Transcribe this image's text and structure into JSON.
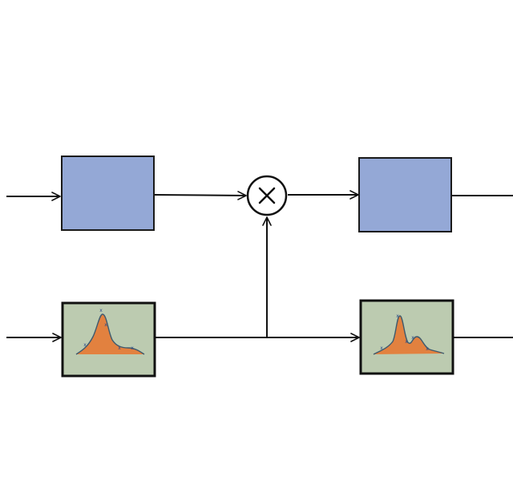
{
  "diagram": {
    "colors": {
      "background": "#ffffff",
      "stroke": "#111111",
      "plain_block_fill": "#94a8d6",
      "plain_block_stroke": "#1a1a1a",
      "distribution_block_fill": "#bccbb0",
      "distribution_block_stroke": "#111111",
      "curve_fill": "#e2813f",
      "curve_line": "#3e5a6e",
      "marker": "#2a4a8a",
      "multiplier_fill": "#ffffff"
    },
    "nodes": [
      {
        "id": "block-top-left",
        "kind": "plain-block"
      },
      {
        "id": "multiplier",
        "kind": "multiply-junction",
        "symbol": "×"
      },
      {
        "id": "block-top-right",
        "kind": "plain-block"
      },
      {
        "id": "block-bottom-left",
        "kind": "distribution-block",
        "plot": "single-peak density"
      },
      {
        "id": "block-bottom-right",
        "kind": "distribution-block",
        "plot": "double-peak density"
      }
    ],
    "edges": [
      {
        "from": "input-top",
        "to": "block-top-left",
        "arrow": true
      },
      {
        "from": "block-top-left",
        "to": "multiplier",
        "arrow": true
      },
      {
        "from": "multiplier",
        "to": "block-top-right",
        "arrow": true
      },
      {
        "from": "block-top-right",
        "to": "output-top",
        "arrow": false
      },
      {
        "from": "input-bottom",
        "to": "block-bottom-left",
        "arrow": true
      },
      {
        "from": "block-bottom-left",
        "to": "block-bottom-right",
        "arrow": true
      },
      {
        "from": "bottom-branch",
        "to": "multiplier",
        "arrow": true
      },
      {
        "from": "block-bottom-right",
        "to": "output-bottom",
        "arrow": false
      }
    ]
  }
}
